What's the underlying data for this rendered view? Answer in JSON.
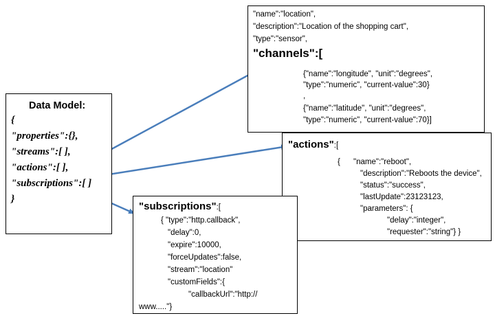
{
  "data_model": {
    "title": "Data Model:",
    "open_brace": "{",
    "line_properties": "\"properties\":{},",
    "line_streams": "\"streams\":[ ],",
    "line_actions": "\"actions\":[ ],",
    "line_subscriptions": "\"subscriptions\":[ ]",
    "close_brace": "}"
  },
  "channels_box": {
    "line1": "\"name\":\"location\",",
    "line2": "\"description\":\"Location of the shopping cart\",",
    "line3": "\"type\":\"sensor\",",
    "heading": "\"channels\":[",
    "line5": "{\"name\":\"longitude\", \"unit\":\"degrees\",",
    "line6": "\"type\":\"numeric\", \"current-value\":30}",
    "line7": ",",
    "line8": "{\"name\":\"latitude\", \"unit\":\"degrees\",",
    "line9": "\"type\":\"numeric\", \"current-value\":70}]"
  },
  "actions_box": {
    "heading": "\"actions\"",
    "heading_suffix": ":[",
    "line1": "{      \"name\":\"reboot\",",
    "line2": "\"description\":\"Reboots the device\",",
    "line3": "\"status\":\"success\",",
    "line4": "\"lastUpdate\":23123123,",
    "line5": "\"parameters\": {",
    "line6": "\"delay\":\"integer\",",
    "line7": "\"requester\":\"string\"}  }"
  },
  "subscriptions_box": {
    "heading": "\"subscriptions\"",
    "heading_suffix": ":[",
    "line1": "{ \"type\":\"http.callback\",",
    "line2": "\"delay\":0,",
    "line3": "\"expire\":10000,",
    "line4": "\"forceUpdates\":false,",
    "line5": "\"stream\":\"location\"",
    "line6": "\"customFields\":{",
    "line7": "\"callbackUrl\":\"http://",
    "line8": "www.....\"}"
  },
  "colors": {
    "arrow": "#4a7ebb",
    "border": "#000000",
    "squiggle": "#e03030"
  }
}
